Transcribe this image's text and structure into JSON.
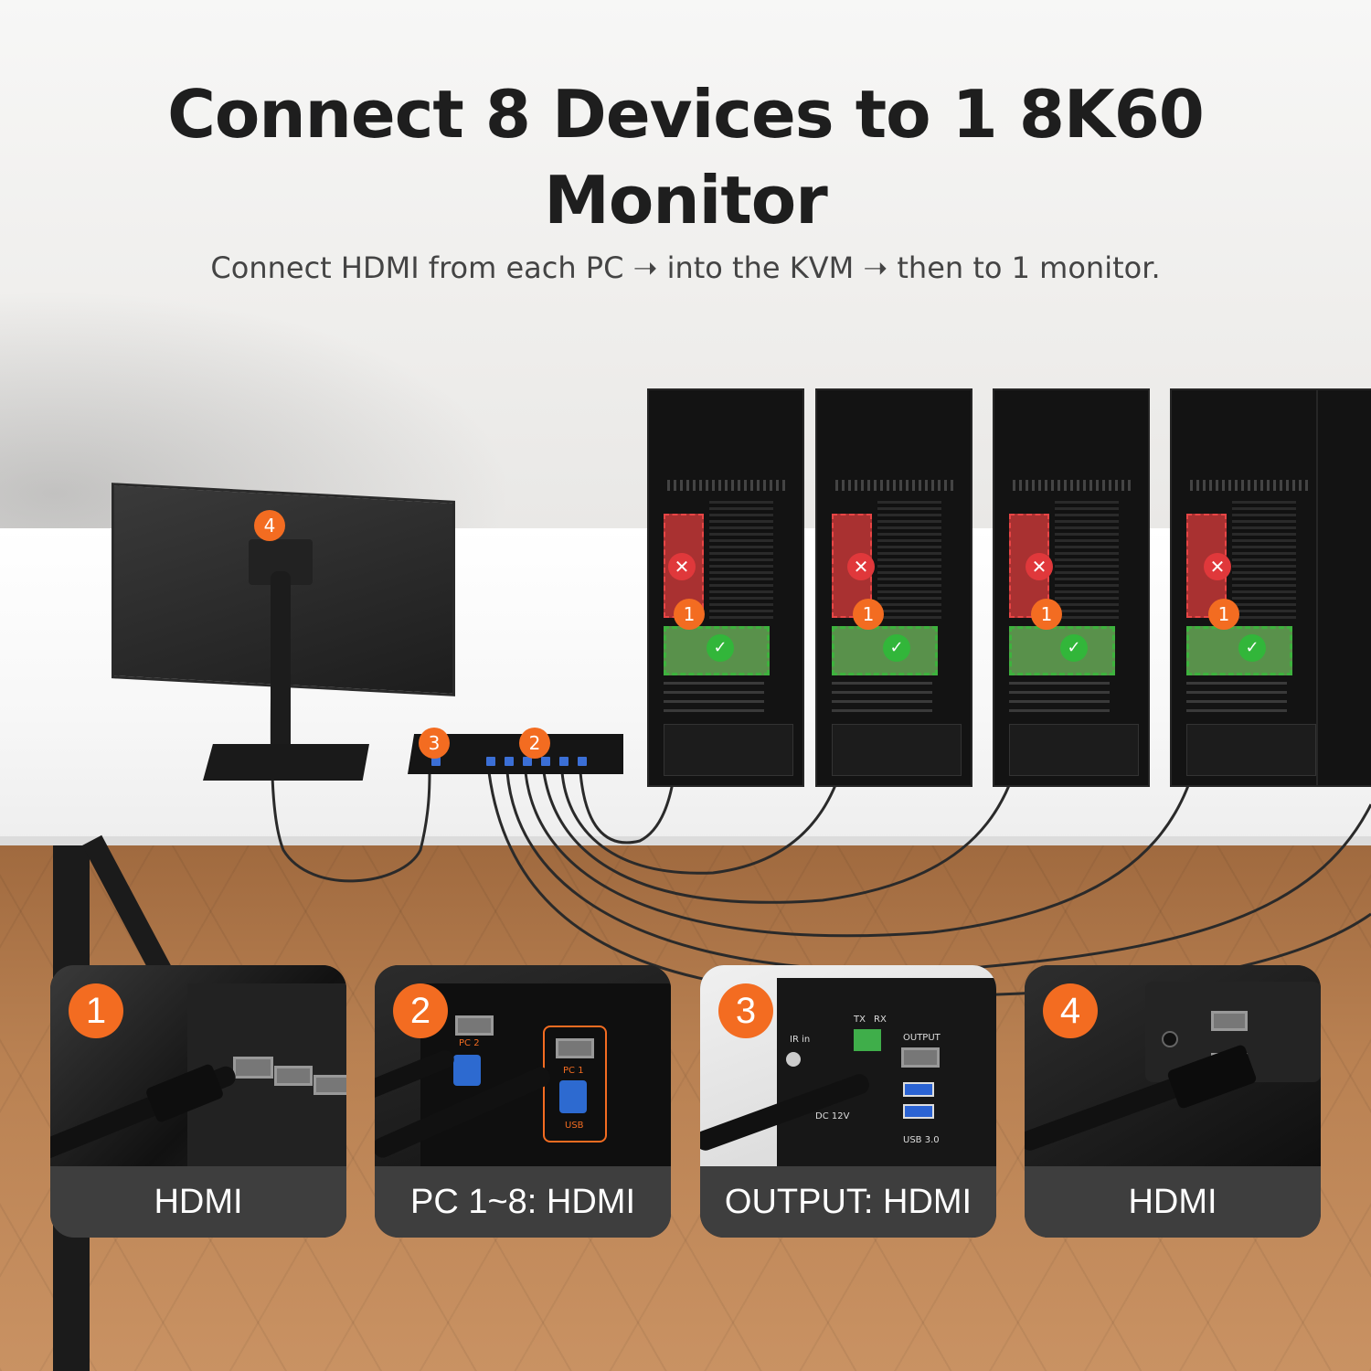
{
  "header": {
    "title": "Connect 8 Devices to 1 8K60 Monitor",
    "subtitle": "Connect HDMI from each PC ➝ into the KVM ➝ then to 1 monitor."
  },
  "markers": {
    "monitor": "4",
    "kvm_output": "3",
    "kvm_input": "2",
    "pc": "1"
  },
  "cards": [
    {
      "number": "1",
      "label": "HDMI"
    },
    {
      "number": "2",
      "label": "PC 1~8: HDMI",
      "port_tags": [
        "PC 2",
        "PC 1",
        "USB"
      ]
    },
    {
      "number": "3",
      "label": "OUTPUT: HDMI",
      "port_tags": [
        "IR in",
        "TX",
        "RX",
        "OUTPUT",
        "DC 12V",
        "USB 3.0"
      ]
    },
    {
      "number": "4",
      "label": "HDMI"
    }
  ],
  "colors": {
    "accent": "#f36c21",
    "ok": "#32b63a",
    "error": "#e0383b"
  },
  "icons": [
    "x-icon",
    "check-icon"
  ]
}
